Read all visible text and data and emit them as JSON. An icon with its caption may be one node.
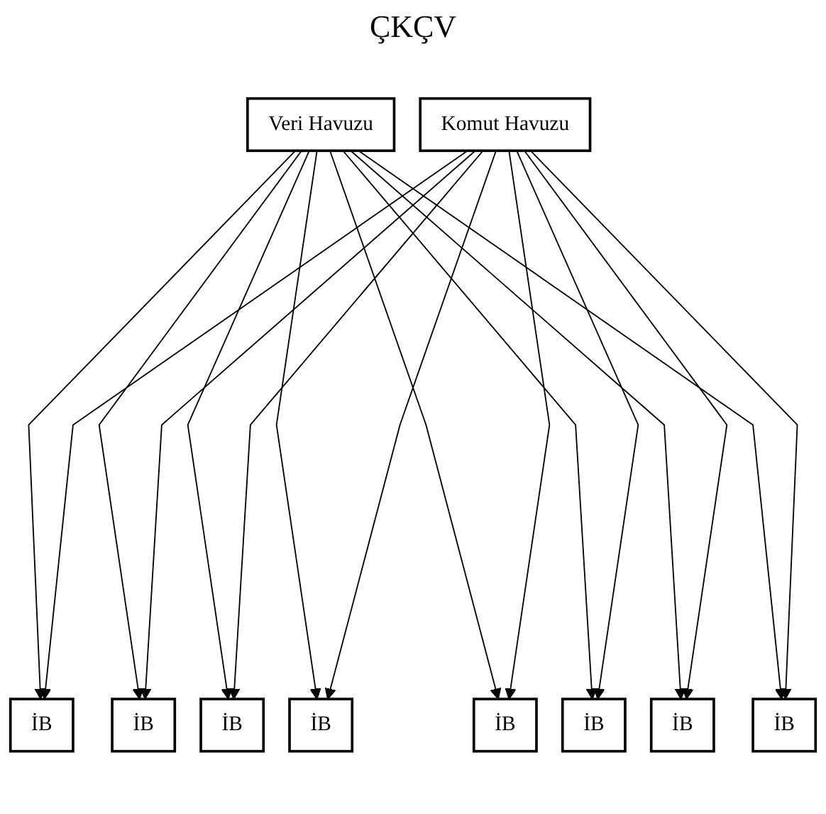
{
  "diagram": {
    "title": "ÇKÇV",
    "nodes": [
      {
        "text": [
          "Komut Havuzu"
        ]
      },
      {
        "text": [
          "Veri Havuzu"
        ]
      },
      {
        "text": [
          "İB"
        ]
      },
      {
        "text": [
          "İB"
        ]
      },
      {
        "text": [
          "İB"
        ]
      },
      {
        "text": [
          "İB"
        ]
      },
      {
        "text": [
          "İB"
        ]
      },
      {
        "text": [
          "İB"
        ]
      },
      {
        "text": [
          "İB"
        ]
      },
      {
        "text": [
          "İB"
        ]
      }
    ],
    "edges": [
      {
        "from": 1,
        "to": 2,
        "arrow": "to"
      },
      {
        "from": 1,
        "to": 3,
        "arrow": "to"
      },
      {
        "from": 1,
        "to": 4,
        "arrow": "to"
      },
      {
        "from": 1,
        "to": 5,
        "arrow": "to"
      },
      {
        "from": 1,
        "to": 6,
        "arrow": "to"
      },
      {
        "from": 1,
        "to": 7,
        "arrow": "to"
      },
      {
        "from": 1,
        "to": 8,
        "arrow": "to"
      },
      {
        "from": 1,
        "to": 9,
        "arrow": "to"
      },
      {
        "from": 0,
        "to": 2,
        "arrow": "to"
      },
      {
        "from": 0,
        "to": 3,
        "arrow": "to"
      },
      {
        "from": 0,
        "to": 4,
        "arrow": "to"
      },
      {
        "from": 0,
        "to": 5,
        "arrow": "to"
      },
      {
        "from": 0,
        "to": 6,
        "arrow": "to"
      },
      {
        "from": 0,
        "to": 7,
        "arrow": "to"
      },
      {
        "from": 0,
        "to": 8,
        "arrow": "to"
      },
      {
        "from": 0,
        "to": 9,
        "arrow": "to"
      }
    ]
  }
}
